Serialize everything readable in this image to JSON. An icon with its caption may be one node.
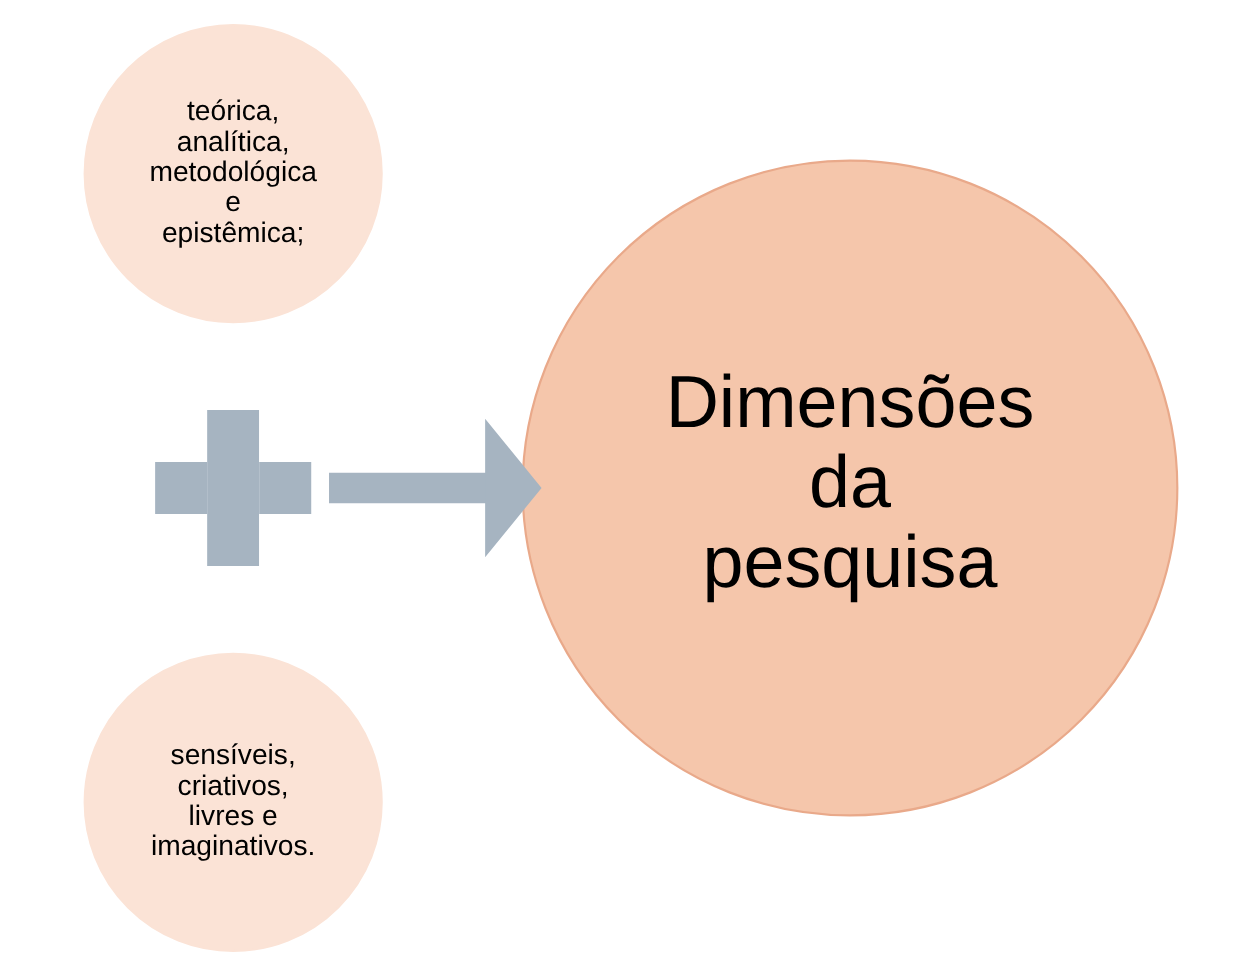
{
  "diagram": {
    "nodes": [
      {
        "text": [
          "teórica, analítica, metodológica e epistêmica;"
        ]
      },
      {
        "text": [],
        "shape": "plus"
      },
      {
        "text": [
          "sensíveis, criativos, livres e imaginativos."
        ]
      },
      {
        "text": [
          "Dimensões da pesquisa"
        ]
      }
    ],
    "edges": [
      {
        "from": 1,
        "to": 3,
        "arrow": "to"
      }
    ]
  }
}
